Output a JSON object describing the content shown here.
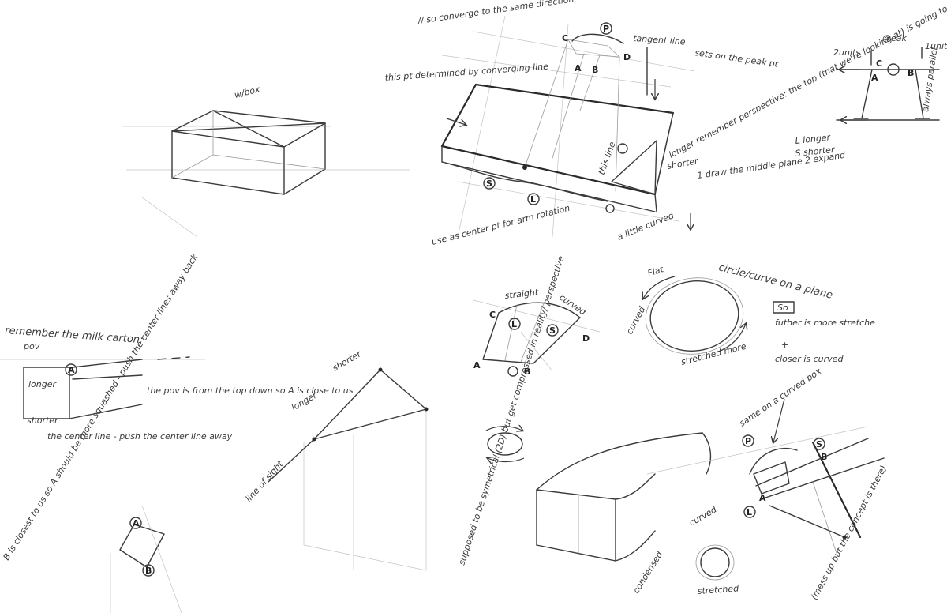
{
  "sketch1": {
    "label": "w/box"
  },
  "sketch2": {
    "note_converge": "// so converge to the same direction",
    "note_determined": "this pt determined by converging line",
    "tangent_line": "tangent line",
    "sets_on_peak": "sets on the peak pt",
    "remember": "longer remember perspective: the top (that we're looking at) is going to appear longer",
    "legend_longer": "L longer",
    "legend_shorter": "S shorter",
    "shorter": "shorter",
    "this_line": "this line",
    "steps": "1 draw the middle plane  2 expand",
    "use_as_center": "use as center pt for arm rotation",
    "a_little_curved": "a little curved",
    "marks": {
      "c": "C",
      "a": "A",
      "b": "B",
      "d": "D",
      "p": "P",
      "l": "L",
      "s": "S"
    }
  },
  "sketch3": {
    "two_units": "2units",
    "one_unit": "1unit",
    "peak": "@eak",
    "always_parallel": "always parallel",
    "marks": {
      "c": "C",
      "a": "A",
      "b": "B"
    }
  },
  "sketch4": {
    "straight": "straight",
    "curved": "curved",
    "marks": {
      "c": "C",
      "a": "A",
      "b": "B",
      "d": "D",
      "l": "L",
      "s": "S"
    }
  },
  "sketch5": {
    "flat": "Flat",
    "title": "circle/curve on a plane",
    "curved": "curved",
    "stretched_more": "stretched more",
    "so": "So",
    "further": "futher is more stretche",
    "plus": "+",
    "closer": "closer is curved"
  },
  "sketch6": {
    "title": "remember the milk carton:",
    "pov": "pov",
    "longer": "longer",
    "shorter": "shorter",
    "mark_a": "A",
    "pov_note": "the pov is from the top down so A is close to us",
    "center_line": "the center line - push the center line away"
  },
  "sketch7": {
    "shorter": "shorter",
    "longer": "longer",
    "line_of_sight": "line of sight"
  },
  "sketch8": {
    "note": "B is closest to us so A should be more squashed - push the center lines away back",
    "mark_a": "A",
    "mark_b": "B"
  },
  "sketch9": {
    "note": "supposed to be symetrical (2D) but get compressed in reality/ perspective"
  },
  "sketch10": {
    "same_on_box": "same on a curved box",
    "curved": "curved",
    "condensed": "condensed",
    "stretched": "stretched",
    "mess_up": "(mess up but the concept is there)",
    "marks": {
      "p": "P",
      "s": "S",
      "b": "B",
      "a": "A",
      "l": "L"
    }
  }
}
